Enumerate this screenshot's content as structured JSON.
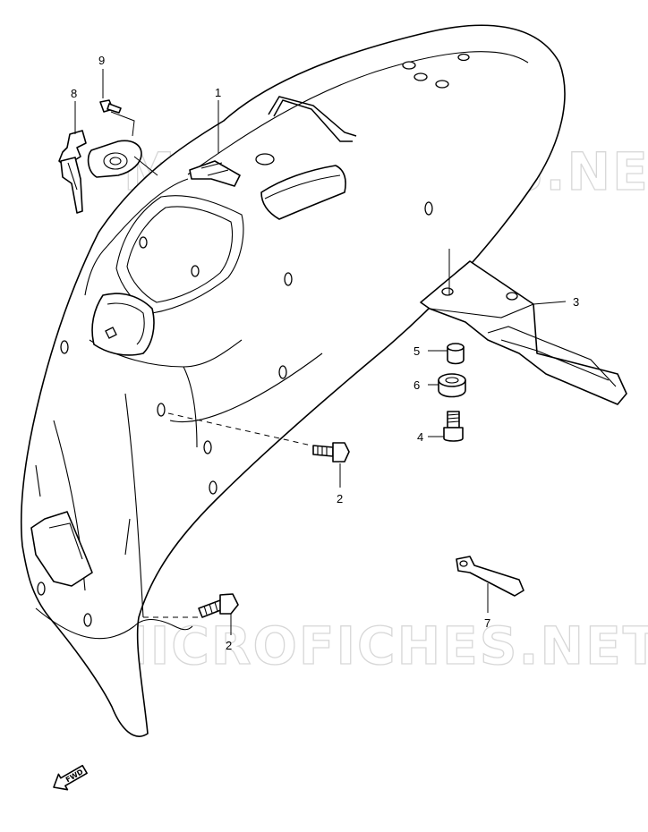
{
  "watermark": {
    "text": "MICROFICHES.NET"
  },
  "callouts": [
    {
      "id": "1",
      "label": "1"
    },
    {
      "id": "2a",
      "label": "2"
    },
    {
      "id": "2b",
      "label": "2"
    },
    {
      "id": "3",
      "label": "3"
    },
    {
      "id": "4",
      "label": "4"
    },
    {
      "id": "5",
      "label": "5"
    },
    {
      "id": "6",
      "label": "6"
    },
    {
      "id": "7",
      "label": "7"
    },
    {
      "id": "8",
      "label": "8"
    },
    {
      "id": "9",
      "label": "9"
    }
  ],
  "direction_arrow": {
    "label": "FWD"
  }
}
